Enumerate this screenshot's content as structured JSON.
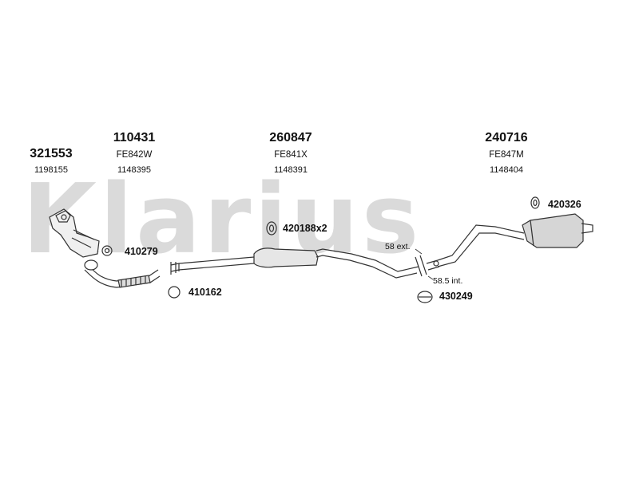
{
  "brand_watermark": "Klarius",
  "columns": [
    {
      "part_number": "321553",
      "reference": "1198155"
    },
    {
      "part_number": "110431",
      "code": "FE842W",
      "reference": "1148395"
    },
    {
      "part_number": "260847",
      "code": "FE841X",
      "reference": "1148391"
    },
    {
      "part_number": "240716",
      "code": "FE847M",
      "reference": "1148404"
    }
  ],
  "component_labels": {
    "flange_gasket": "410279",
    "gasket_ring": "410162",
    "rubber_mount_center": "420188x2",
    "clamp": "430249",
    "rubber_mount_rear": "420326"
  },
  "measurements": {
    "external": "58 ext.",
    "internal": "58.5 int."
  }
}
